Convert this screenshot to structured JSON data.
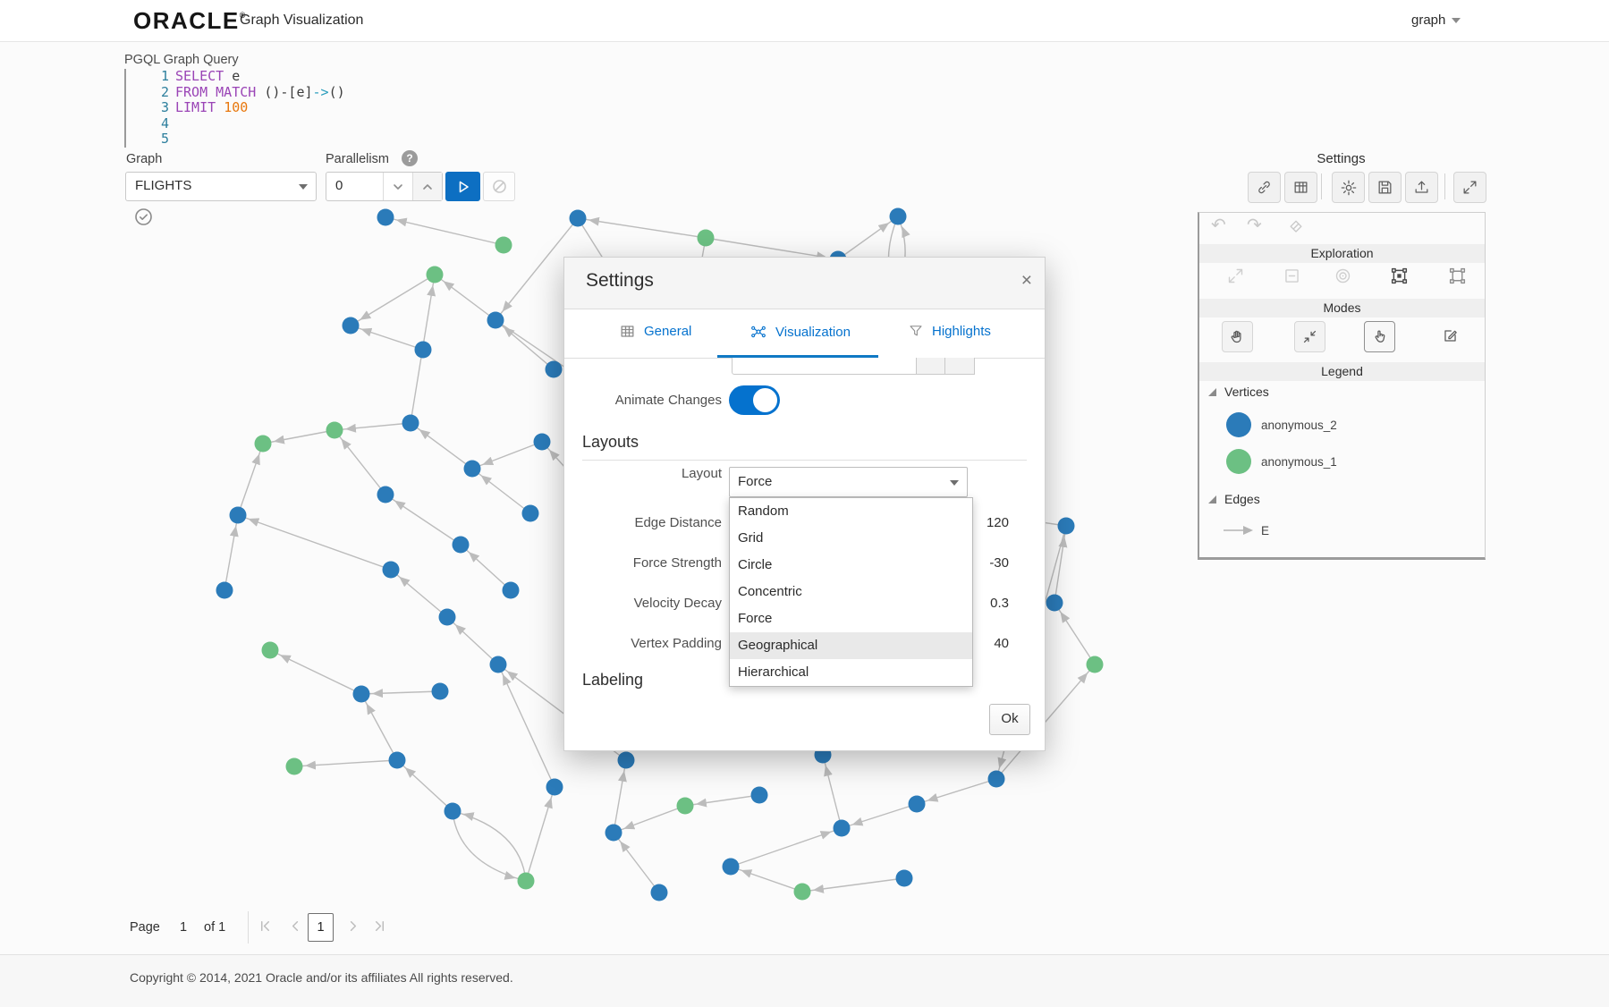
{
  "header": {
    "logo": "ORACLE",
    "logo_mark": "®",
    "app_title": "Graph Visualization",
    "user_menu": "graph"
  },
  "query": {
    "label": "PGQL Graph Query",
    "line_numbers": [
      "1",
      "2",
      "3",
      "4",
      "5"
    ],
    "tokens": {
      "l1": [
        "SELECT",
        " e"
      ],
      "l2": [
        "FROM MATCH",
        " ()-[e]",
        "->",
        "()"
      ],
      "l3": [
        "LIMIT",
        " ",
        "100"
      ]
    }
  },
  "controls": {
    "graph_label": "Graph",
    "graph_value": "FLIGHTS",
    "parallelism_label": "Parallelism",
    "parallelism_help": "?",
    "parallelism_value": "0"
  },
  "modal": {
    "title": "Settings",
    "close": "×",
    "tabs": [
      {
        "label": "General"
      },
      {
        "label": "Visualization",
        "active": true
      },
      {
        "label": "Highlights"
      }
    ],
    "animate_label": "Animate Changes",
    "animate_on": true,
    "layouts_heading": "Layouts",
    "labeling_heading": "Labeling",
    "rows": [
      {
        "label": "Layout",
        "value": "Force"
      },
      {
        "label": "Edge Distance",
        "value": "120"
      },
      {
        "label": "Force Strength",
        "value": "-30"
      },
      {
        "label": "Velocity Decay",
        "value": "0.3"
      },
      {
        "label": "Vertex Padding",
        "value": "40"
      }
    ],
    "dropdown": {
      "options": [
        "Random",
        "Grid",
        "Circle",
        "Concentric",
        "Force",
        "Geographical",
        "Hierarchical"
      ],
      "highlighted_index": 5
    },
    "ok_label": "Ok"
  },
  "sidebar": {
    "title": "Settings",
    "sections": {
      "exploration": "Exploration",
      "modes": "Modes",
      "legend": "Legend"
    },
    "legend": {
      "vertices_label": "Vertices",
      "vertex_items": [
        {
          "label": "anonymous_2",
          "color": "#2b7bb9"
        },
        {
          "label": "anonymous_1",
          "color": "#6cc083"
        }
      ],
      "edges_label": "Edges",
      "edge_items": [
        {
          "label": "E"
        }
      ]
    }
  },
  "pagination": {
    "label": "Page",
    "current": "1",
    "of": "of 1"
  },
  "footer": {
    "copyright": "Copyright © 2014, 2021 Oracle and/or its affiliates All rights reserved."
  },
  "graph": {
    "colors": {
      "b": "#2b7bb9",
      "g": "#6cc083",
      "edge": "#bcbcbc"
    },
    "node_radius": 9.5,
    "nodes": [
      [
        431,
        243,
        "b"
      ],
      [
        563,
        274,
        "g"
      ],
      [
        646,
        244,
        "b"
      ],
      [
        789,
        266,
        "g"
      ],
      [
        937,
        290,
        "b"
      ],
      [
        1004,
        242,
        "b"
      ],
      [
        486,
        307,
        "g"
      ],
      [
        392,
        364,
        "b"
      ],
      [
        554,
        358,
        "b"
      ],
      [
        473,
        391,
        "b"
      ],
      [
        619,
        413,
        "b"
      ],
      [
        294,
        496,
        "g"
      ],
      [
        374,
        481,
        "g"
      ],
      [
        459,
        473,
        "b"
      ],
      [
        606,
        494,
        "b"
      ],
      [
        528,
        524,
        "b"
      ],
      [
        266,
        576,
        "b"
      ],
      [
        431,
        553,
        "b"
      ],
      [
        593,
        574,
        "b"
      ],
      [
        515,
        609,
        "b"
      ],
      [
        437,
        637,
        "b"
      ],
      [
        251,
        660,
        "b"
      ],
      [
        571,
        660,
        "b"
      ],
      [
        500,
        690,
        "b"
      ],
      [
        302,
        727,
        "g"
      ],
      [
        404,
        776,
        "b"
      ],
      [
        492,
        773,
        "b"
      ],
      [
        557,
        743,
        "b"
      ],
      [
        444,
        850,
        "b"
      ],
      [
        329,
        857,
        "g"
      ],
      [
        620,
        880,
        "b"
      ],
      [
        506,
        907,
        "b"
      ],
      [
        588,
        985,
        "g"
      ],
      [
        700,
        850,
        "b"
      ],
      [
        686,
        931,
        "b"
      ],
      [
        766,
        901,
        "g"
      ],
      [
        849,
        889,
        "b"
      ],
      [
        817,
        969,
        "b"
      ],
      [
        737,
        998,
        "b"
      ],
      [
        897,
        997,
        "g"
      ],
      [
        1011,
        982,
        "b"
      ],
      [
        920,
        844,
        "b"
      ],
      [
        941,
        926,
        "b"
      ],
      [
        1025,
        899,
        "b"
      ],
      [
        1114,
        871,
        "b"
      ],
      [
        1192,
        588,
        "b"
      ],
      [
        1179,
        674,
        "b"
      ],
      [
        1224,
        743,
        "g"
      ],
      [
        700,
        330,
        "b"
      ],
      [
        775,
        345,
        "b"
      ],
      [
        1000,
        330,
        "b"
      ],
      [
        660,
        430,
        "b"
      ],
      [
        1000,
        560,
        "b"
      ]
    ],
    "edges": [
      [
        1,
        0
      ],
      [
        2,
        8
      ],
      [
        3,
        2
      ],
      [
        3,
        4
      ],
      [
        4,
        5
      ],
      [
        6,
        7
      ],
      [
        8,
        6
      ],
      [
        9,
        7
      ],
      [
        10,
        8
      ],
      [
        12,
        11
      ],
      [
        13,
        12
      ],
      [
        15,
        13
      ],
      [
        14,
        15
      ],
      [
        17,
        12
      ],
      [
        16,
        11
      ],
      [
        18,
        15
      ],
      [
        19,
        17
      ],
      [
        20,
        16
      ],
      [
        21,
        16
      ],
      [
        22,
        19
      ],
      [
        23,
        20
      ],
      [
        25,
        24
      ],
      [
        26,
        25
      ],
      [
        27,
        23
      ],
      [
        28,
        25
      ],
      [
        28,
        29
      ],
      [
        30,
        27
      ],
      [
        31,
        28
      ],
      [
        33,
        27
      ],
      [
        34,
        33
      ],
      [
        35,
        34
      ],
      [
        36,
        35
      ],
      [
        37,
        42
      ],
      [
        38,
        34
      ],
      [
        39,
        37
      ],
      [
        40,
        39
      ],
      [
        42,
        41
      ],
      [
        43,
        42
      ],
      [
        44,
        43
      ],
      [
        45,
        44
      ],
      [
        46,
        45
      ],
      [
        47,
        46
      ],
      [
        44,
        47
      ],
      [
        32,
        30
      ],
      [
        2,
        48
      ],
      [
        3,
        49
      ],
      [
        8,
        51
      ],
      [
        45,
        52
      ],
      [
        41,
        14
      ],
      [
        13,
        6
      ]
    ],
    "curved_edges": [
      [
        31,
        32,
        512,
        965
      ],
      [
        32,
        31,
        582,
        927
      ],
      [
        5,
        50,
        985,
        286
      ],
      [
        50,
        5,
        1022,
        286
      ]
    ]
  }
}
